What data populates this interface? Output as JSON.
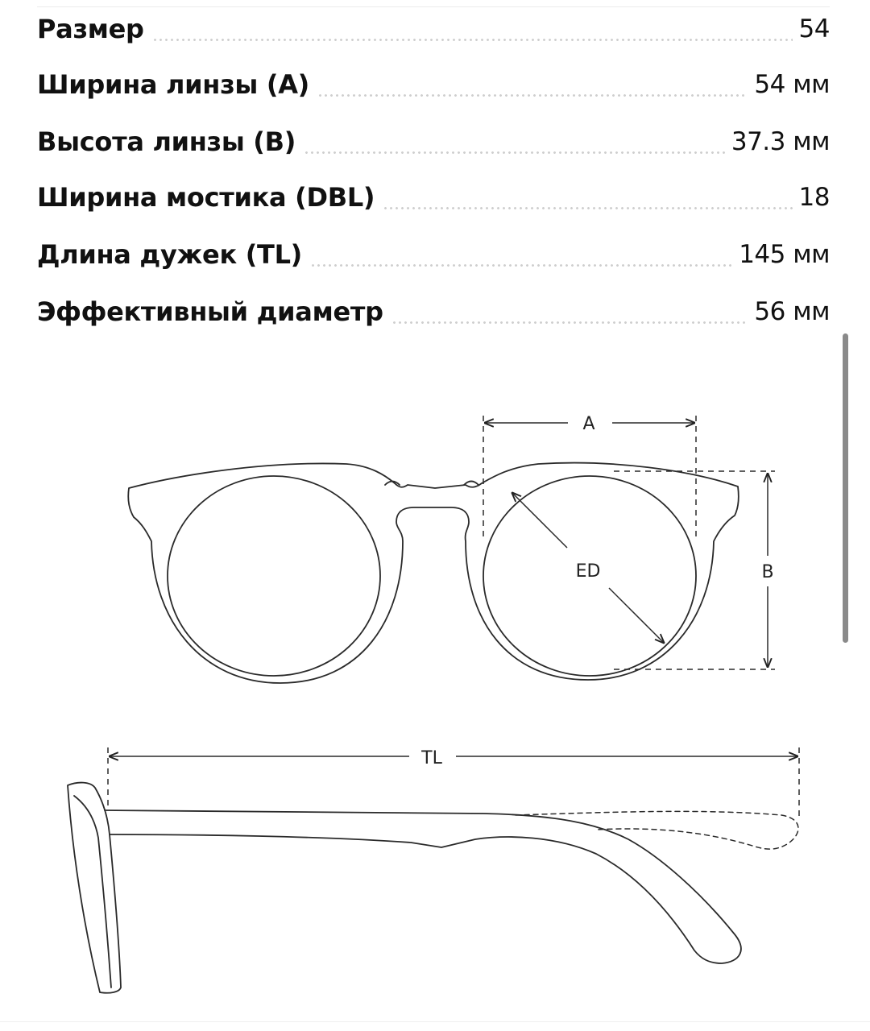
{
  "specs": [
    {
      "label": "Размер",
      "value": "54"
    },
    {
      "label": "Ширина линзы (A)",
      "value": "54 мм"
    },
    {
      "label": "Высота линзы (B)",
      "value": "37.3 мм"
    },
    {
      "label": "Ширина мостика (DBL)",
      "value": "18"
    },
    {
      "label": "Длина дужек (TL)",
      "value": "145 мм"
    },
    {
      "label": "Эффективный диаметр",
      "value": "56 мм"
    }
  ],
  "diagram": {
    "label_a": "A",
    "label_b": "B",
    "label_ed": "ED",
    "label_tl": "TL"
  }
}
